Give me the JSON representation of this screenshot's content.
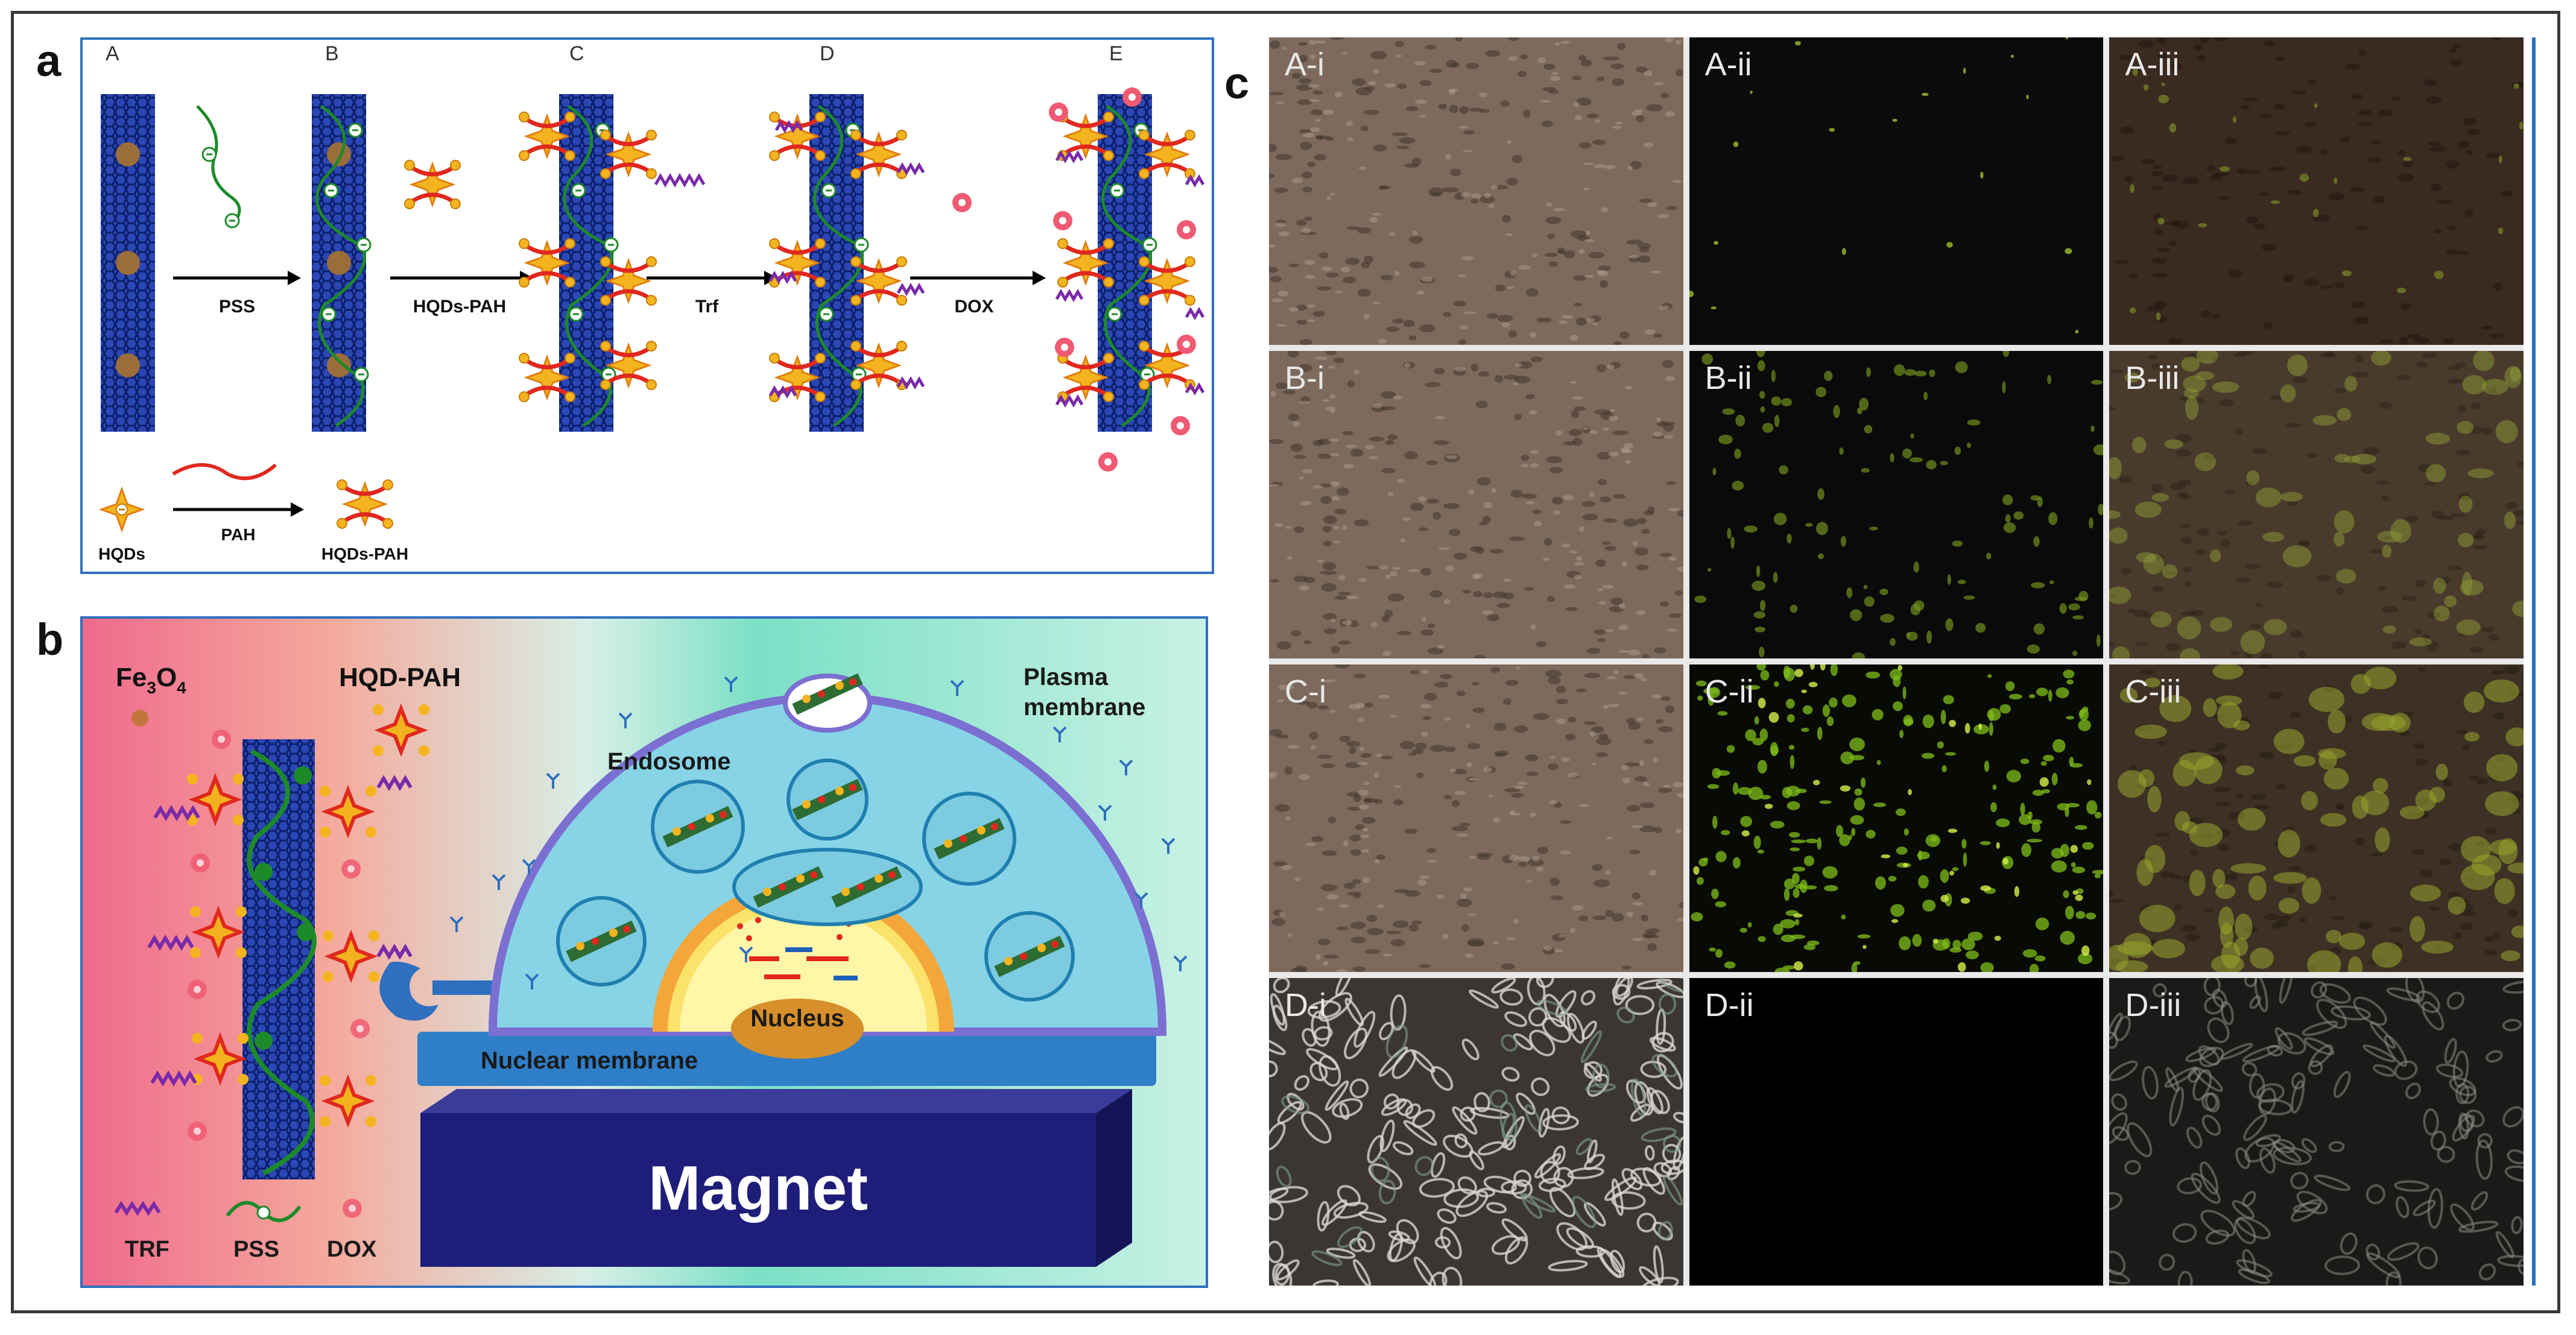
{
  "panel_labels": {
    "a": "a",
    "b": "b",
    "c": "c"
  },
  "panel_a": {
    "stage_labels": [
      "A",
      "B",
      "C",
      "D",
      "E"
    ],
    "arrow_labels": [
      "PSS",
      "HQDs-PAH",
      "Trf",
      "DOX"
    ],
    "bottom": {
      "left_label": "HQDs",
      "arrow_label": "PAH",
      "right_label": "HQDs-PAH"
    }
  },
  "panel_b": {
    "fe3o4_base": "Fe",
    "fe3o4_sub1": "3",
    "fe3o4_mid": "O",
    "fe3o4_sub2": "4",
    "hqd_pah": "HQD-PAH",
    "endosome": "Endosome",
    "plasma_line1": "Plasma",
    "plasma_line2": "membrane",
    "nucleus": "Nucleus",
    "nuclear_membrane": "Nuclear membrane",
    "magnet": "Magnet",
    "legend": [
      "TRF",
      "PSS",
      "DOX"
    ]
  },
  "panel_c": {
    "cells": [
      {
        "label": "A-i",
        "kind": "bright"
      },
      {
        "label": "A-ii",
        "kind": "dark-sparse"
      },
      {
        "label": "A-iii",
        "kind": "merge-sparse"
      },
      {
        "label": "B-i",
        "kind": "bright"
      },
      {
        "label": "B-ii",
        "kind": "dark-medium"
      },
      {
        "label": "B-iii",
        "kind": "merge-medium"
      },
      {
        "label": "C-i",
        "kind": "bright"
      },
      {
        "label": "C-ii",
        "kind": "dark-strong"
      },
      {
        "label": "C-iii",
        "kind": "merge-strong"
      },
      {
        "label": "D-i",
        "kind": "phase"
      },
      {
        "label": "D-ii",
        "kind": "black"
      },
      {
        "label": "D-iii",
        "kind": "phase-dark"
      }
    ]
  },
  "colors": {
    "nanotube": "#1f3a9e",
    "pss": "#1d8a2a",
    "hqd": "#f2b21e",
    "pah": "#e0281e",
    "trf": "#7a2aa8",
    "dox": "#f04a63",
    "magnet": "#1e1e7a",
    "frame_blue": "#2f6fc0"
  }
}
